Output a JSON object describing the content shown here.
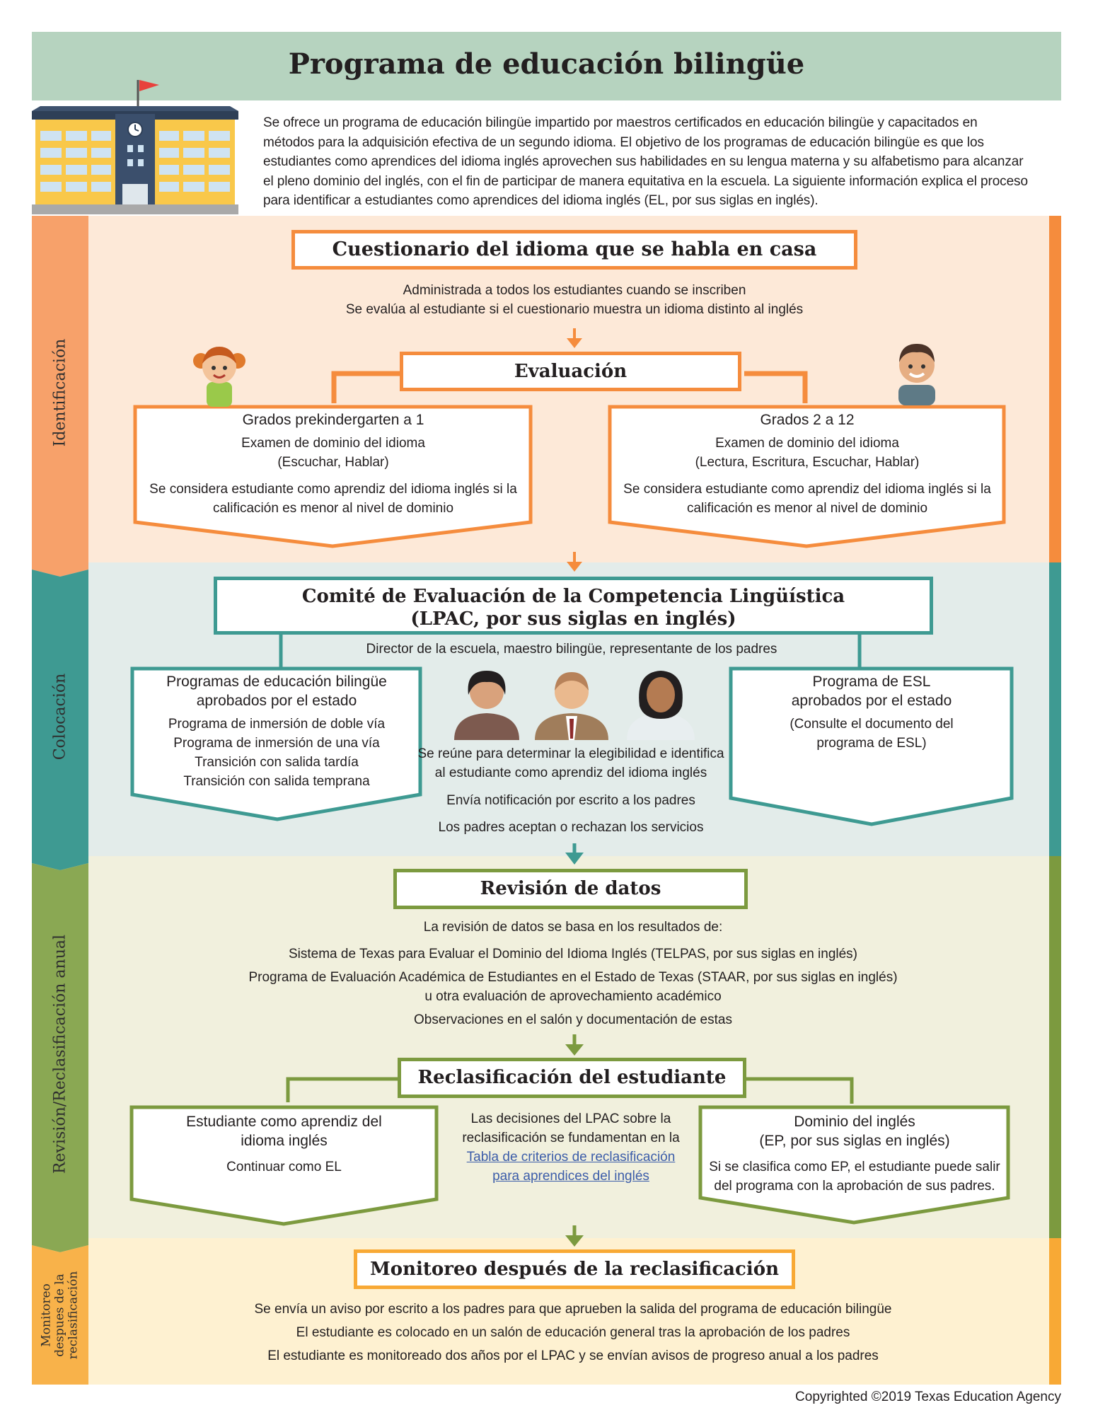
{
  "title": "Programa de educación bilingüe",
  "intro": "Se ofrece un programa de educación bilingüe impartido por maestros certificados en educación bilingüe y capacitados en métodos para la adquisición efectiva de un segundo idioma. El objetivo de los programas de educación bilingüe es que los estudiantes como aprendices del idioma inglés aprovechen sus habilidades en su lengua materna y su alfabetismo para alcanzar el pleno dominio del inglés, con el fin de participar de manera equitativa en la escuela. La siguiente información explica el proceso para identificar a estudiantes como aprendices del idioma inglés (EL, por sus siglas en inglés).",
  "colors": {
    "orange": "#f58c3d",
    "teal": "#3e9a92",
    "green": "#7c9a3f",
    "yellow": "#f8a935"
  },
  "sections": {
    "identificacion": "Identificación",
    "colocacion": "Colocación",
    "revision": "Revisión/Reclasificación anual",
    "monitoreo": [
      "Monitoreo",
      "despues de la",
      "reclasificación"
    ]
  },
  "cuestionario": {
    "title": "Cuestionario del idioma que se habla en casa",
    "lines": [
      "Administrada a todos los estudiantes cuando se inscriben",
      "Se evalúa al estudiante si el cuestionario muestra un idioma distinto al inglés"
    ]
  },
  "evaluacion": {
    "title": "Evaluación",
    "left": {
      "heading": "Grados prekindergarten a 1",
      "exam": "Examen de dominio del idioma",
      "skills": "(Escuchar, Hablar)",
      "note": [
        "Se considera estudiante como aprendiz del idioma inglés si la",
        "calificación es menor al nivel de dominio"
      ]
    },
    "right": {
      "heading": "Grados 2 a 12",
      "exam": "Examen de dominio del idioma",
      "skills": "(Lectura, Escritura, Escuchar, Hablar)",
      "note": [
        "Se considera estudiante como aprendiz del idioma inglés si la",
        "calificación es menor al nivel de dominio"
      ]
    }
  },
  "lpac": {
    "title": [
      "Comité de Evaluación de la Competencia Lingüística",
      "(LPAC, por sus siglas en inglés)"
    ],
    "members": "Director de la escuela, maestro bilingüe, representante de los padres",
    "left": {
      "title": [
        "Programas de educación bilingüe",
        "aprobados por el estado"
      ],
      "items": [
        "Programa de inmersión de doble vía",
        "Programa de inmersión de una vía",
        "Transición con salida tardía",
        "Transición con salida temprana"
      ]
    },
    "right": {
      "title": [
        "Programa de ESL",
        "aprobados por el estado"
      ],
      "note": [
        "(Consulte el documento del",
        "programa de ESL)"
      ]
    },
    "center": [
      "Se reúne para determinar la elegibilidad e identifica",
      "al estudiante como aprendiz del idioma inglés"
    ],
    "notify": "Envía notificación por escrito a los padres",
    "accept": "Los padres aceptan o rechazan los servicios"
  },
  "revision": {
    "title": "Revisión de datos",
    "intro": "La revisión de datos se basa en los resultados de:",
    "items": [
      "Sistema de Texas para Evaluar el Dominio del Idioma Inglés (TELPAS, por sus siglas en inglés)",
      "Programa de Evaluación Académica de Estudiantes en el Estado de Texas (STAAR, por sus siglas en inglés)",
      "u otra evaluación de aprovechamiento académico",
      "Observaciones en el salón y documentación de estas"
    ]
  },
  "reclasificacion": {
    "title": "Reclasificación del estudiante",
    "left": {
      "title": [
        "Estudiante como aprendiz del",
        "idioma inglés"
      ],
      "note": "Continuar como EL"
    },
    "center": [
      "Las decisiones del LPAC sobre la",
      "reclasificación se fundamentan en la"
    ],
    "link": [
      "Tabla de criterios de reclasificación",
      "para aprendices del inglés"
    ],
    "right": {
      "title": [
        "Dominio del inglés",
        "(EP, por sus siglas en inglés)"
      ],
      "note": [
        "Si se clasifica como EP, el estudiante puede salir",
        "del programa con la aprobación de sus padres."
      ]
    }
  },
  "monitoreo": {
    "title": "Monitoreo después de la reclasificación",
    "lines": [
      "Se envía un aviso por escrito a los padres para que aprueben la salida del programa de educación bilingüe",
      "El estudiante es colocado en un salón de educación general tras la aprobación de los padres",
      "El estudiante es monitoreado dos años por el LPAC y se envían avisos de progreso anual a los padres"
    ]
  },
  "copyright": "Copyrighted ©2019 Texas Education Agency"
}
